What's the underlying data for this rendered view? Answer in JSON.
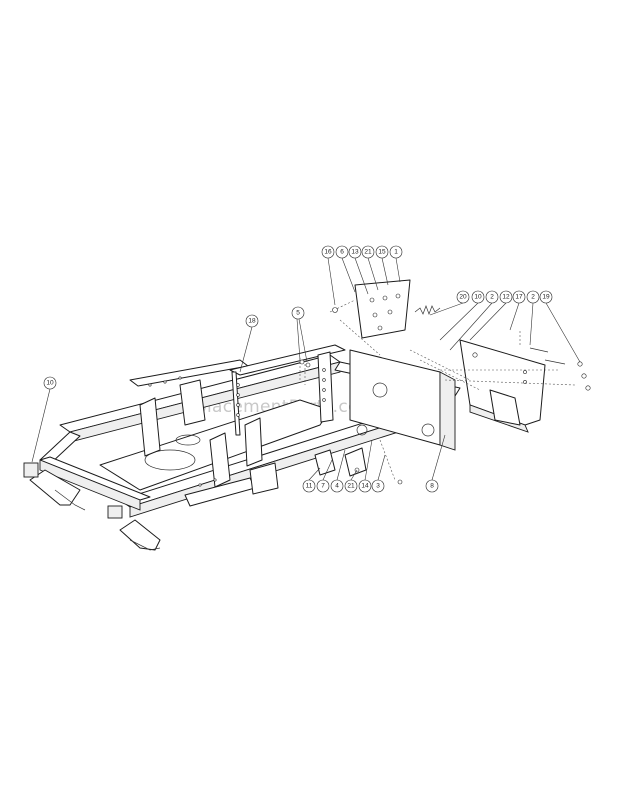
{
  "watermark": "eReplacementParts.com",
  "callouts": [
    {
      "label": "10"
    },
    {
      "label": "18"
    },
    {
      "label": "5"
    },
    {
      "label": "16"
    },
    {
      "label": "6"
    },
    {
      "label": "13"
    },
    {
      "label": "21"
    },
    {
      "label": "15"
    },
    {
      "label": "1"
    },
    {
      "label": "20"
    },
    {
      "label": "10"
    },
    {
      "label": "2"
    },
    {
      "label": "12"
    },
    {
      "label": "17"
    },
    {
      "label": "2"
    },
    {
      "label": "19"
    },
    {
      "label": "11"
    },
    {
      "label": "7"
    },
    {
      "label": "4"
    },
    {
      "label": "21"
    },
    {
      "label": "14"
    },
    {
      "label": "3"
    },
    {
      "label": "8"
    }
  ]
}
